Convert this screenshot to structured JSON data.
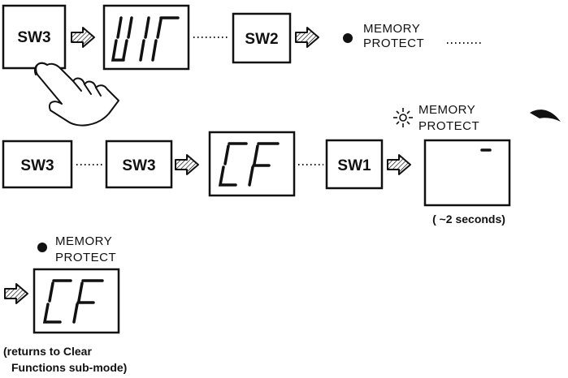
{
  "switches": {
    "sw1": "SW1",
    "sw2": "SW2",
    "sw3": "SW3"
  },
  "displays": {
    "row1_segments": "UI",
    "row2_segments": "CF",
    "row3_segments": "CF"
  },
  "indicators": {
    "memory_protect_line1": "MEMORY",
    "memory_protect_line2": "PROTECT"
  },
  "notes": {
    "duration": "( ~2 seconds)",
    "returns_line1": "(returns to Clear",
    "returns_line2": "Functions sub-mode)"
  },
  "icons": [
    "hand-press-icon",
    "hatched-arrow-icon",
    "led-dot-icon",
    "blinking-led-icon",
    "pen-tip-icon"
  ]
}
